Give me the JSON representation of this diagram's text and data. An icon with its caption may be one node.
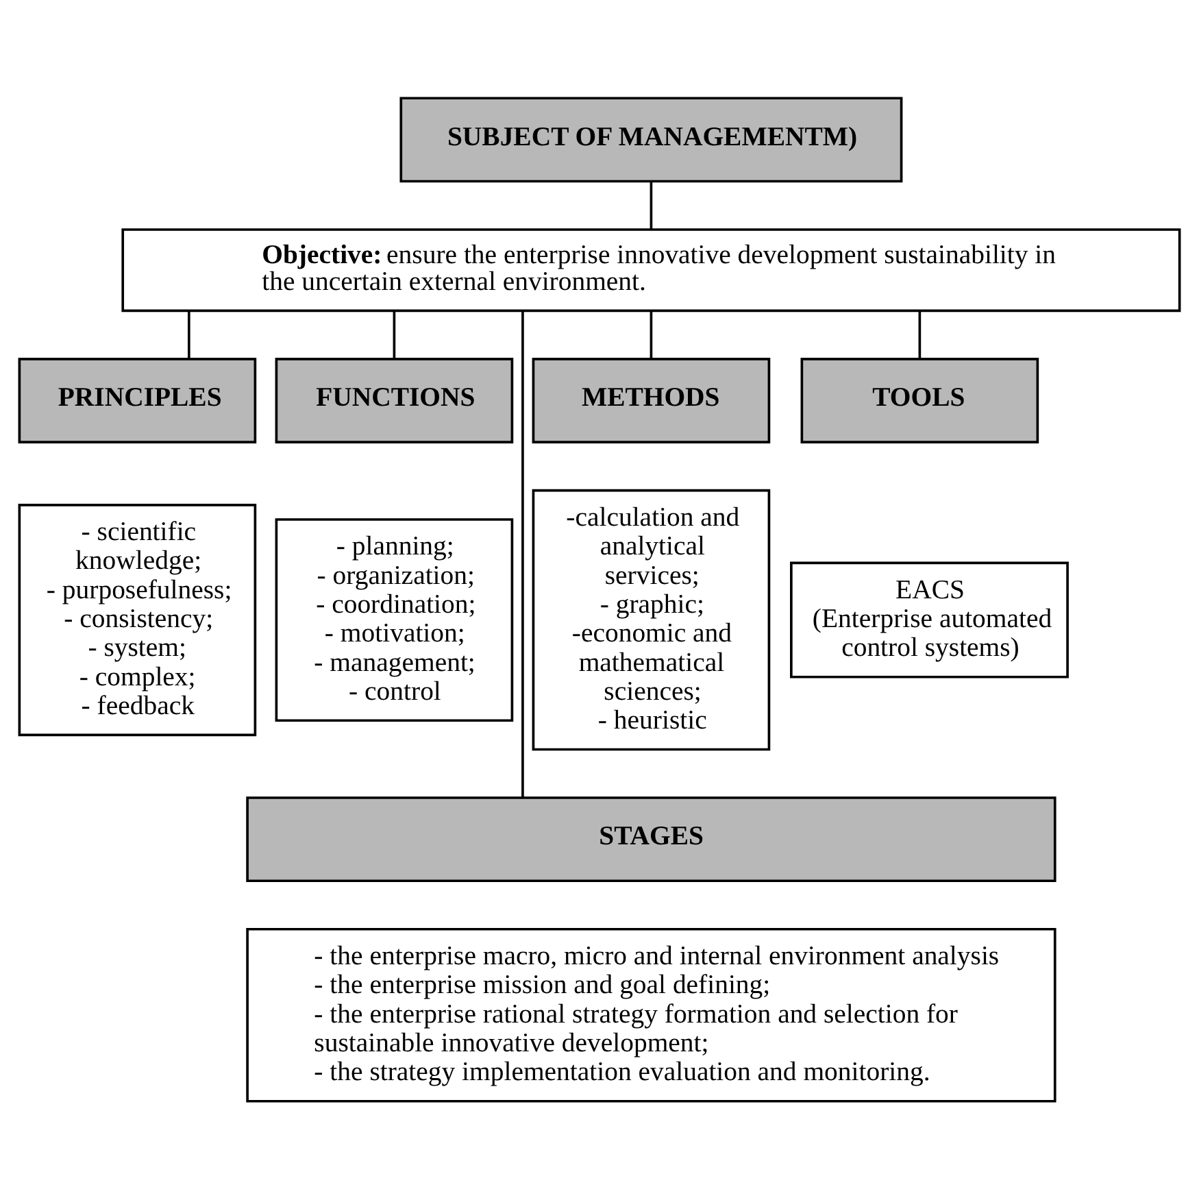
{
  "diagram": {
    "nodes": [
      {
        "text": [
          "SUBJECT OF MANAGEMENTM)"
        ]
      },
      {
        "text": [
          "**Objective:** ensure the enterprise innovative development sustainability in the uncertain external environment."
        ]
      },
      {
        "text": [
          "PRINCIPLES"
        ]
      },
      {
        "text": [
          "FUNCTIONS"
        ]
      },
      {
        "text": [
          "METHODS"
        ]
      },
      {
        "text": [
          "TOOLS"
        ]
      },
      {
        "text": [
          "- scientific knowledge;",
          "- purposefulness;",
          "- consistency;",
          "- system;",
          "- complex;",
          "- feedback"
        ]
      },
      {
        "text": [
          "- planning;",
          "- organization;",
          "- coordination;",
          "- motivation;",
          "- management;",
          "- control"
        ]
      },
      {
        "text": [
          "-calculation and analytical services;",
          "- graphic;",
          "-economic and mathematical sciences;",
          "- heuristic"
        ]
      },
      {
        "text": [
          "EACS",
          "(Enterprise automated control systems)"
        ]
      },
      {
        "text": [
          "STAGES"
        ]
      },
      {
        "text": [
          "- the enterprise macro, micro and internal environment analysis",
          "- the enterprise mission and goal defining;",
          "- the enterprise rational strategy formation and selection for sustainable innovative development;",
          "- the strategy implementation evaluation and monitoring."
        ]
      }
    ],
    "edges": [
      {
        "from": 0,
        "to": 1,
        "arrow": "none"
      },
      {
        "from": 1,
        "to": 2,
        "arrow": "none"
      },
      {
        "from": 1,
        "to": 3,
        "arrow": "none"
      },
      {
        "from": 1,
        "to": 4,
        "arrow": "none"
      },
      {
        "from": 1,
        "to": 5,
        "arrow": "none"
      },
      {
        "from": 1,
        "to": 10,
        "arrow": "none"
      }
    ]
  }
}
